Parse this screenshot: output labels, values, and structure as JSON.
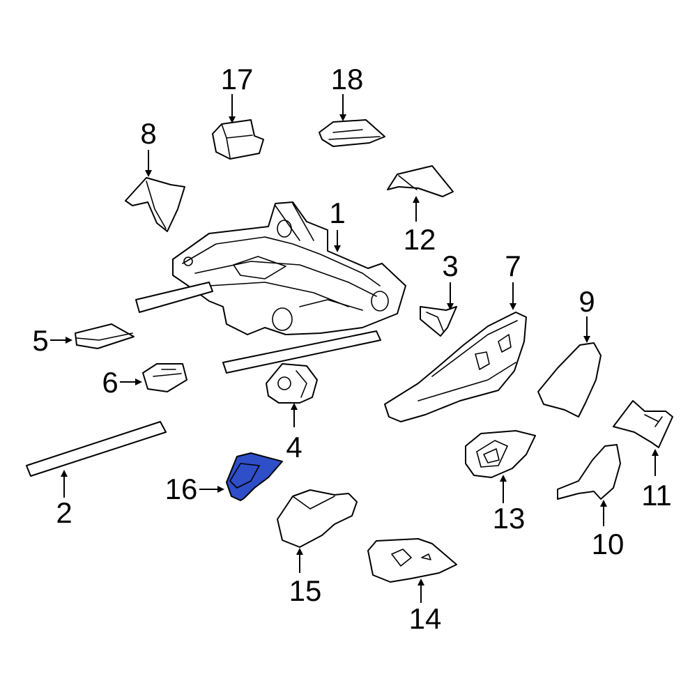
{
  "diagram": {
    "highlight_color": "#2f4fc8",
    "highlighted_part": "16",
    "labels": {
      "p1": "1",
      "p2": "2",
      "p3": "3",
      "p4": "4",
      "p5": "5",
      "p6": "6",
      "p7": "7",
      "p8": "8",
      "p9": "9",
      "p10": "10",
      "p11": "11",
      "p12": "12",
      "p13": "13",
      "p14": "14",
      "p15": "15",
      "p16": "16",
      "p17": "17",
      "p18": "18"
    }
  }
}
